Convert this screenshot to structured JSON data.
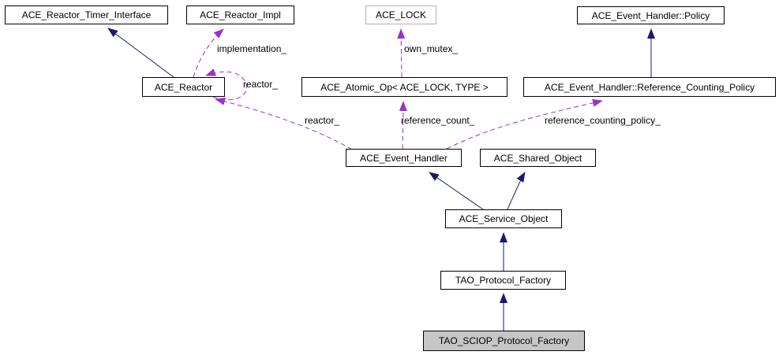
{
  "diagram": {
    "type": "doxygen-collaboration-diagram",
    "nodes": {
      "ace_reactor_timer_interface": {
        "label": "ACE_Reactor_Timer_Interface"
      },
      "ace_reactor_impl": {
        "label": "ACE_Reactor_Impl"
      },
      "ace_lock": {
        "label": "ACE_LOCK"
      },
      "ace_event_handler_policy": {
        "label": "ACE_Event_Handler::Policy"
      },
      "ace_reactor": {
        "label": "ACE_Reactor"
      },
      "ace_atomic_op": {
        "label": "ACE_Atomic_Op< ACE_LOCK, TYPE >"
      },
      "ace_event_handler_reference_counting_policy": {
        "label": "ACE_Event_Handler::Reference_Counting_Policy"
      },
      "ace_event_handler": {
        "label": "ACE_Event_Handler"
      },
      "ace_shared_object": {
        "label": "ACE_Shared_Object"
      },
      "ace_service_object": {
        "label": "ACE_Service_Object"
      },
      "tao_protocol_factory": {
        "label": "TAO_Protocol_Factory"
      },
      "tao_sciop_protocol_factory": {
        "label": "TAO_SCIOP_Protocol_Factory"
      }
    },
    "edge_labels": {
      "implementation": "implementation_",
      "own_mutex": "own_mutex_",
      "reactor_self": "reactor_",
      "reactor": "reactor_",
      "reference_count": "reference_count_",
      "reference_counting_policy": "reference_counting_policy_"
    },
    "colors": {
      "inheritance_edge": "#191970",
      "usage_edge": "#9a32cd",
      "node_border": "#000000",
      "undocumented_node_border": "#b3b3b3",
      "node_fill": "#ffffff",
      "current_node_fill": "#c6c6c6",
      "background": "#ffffff"
    }
  }
}
